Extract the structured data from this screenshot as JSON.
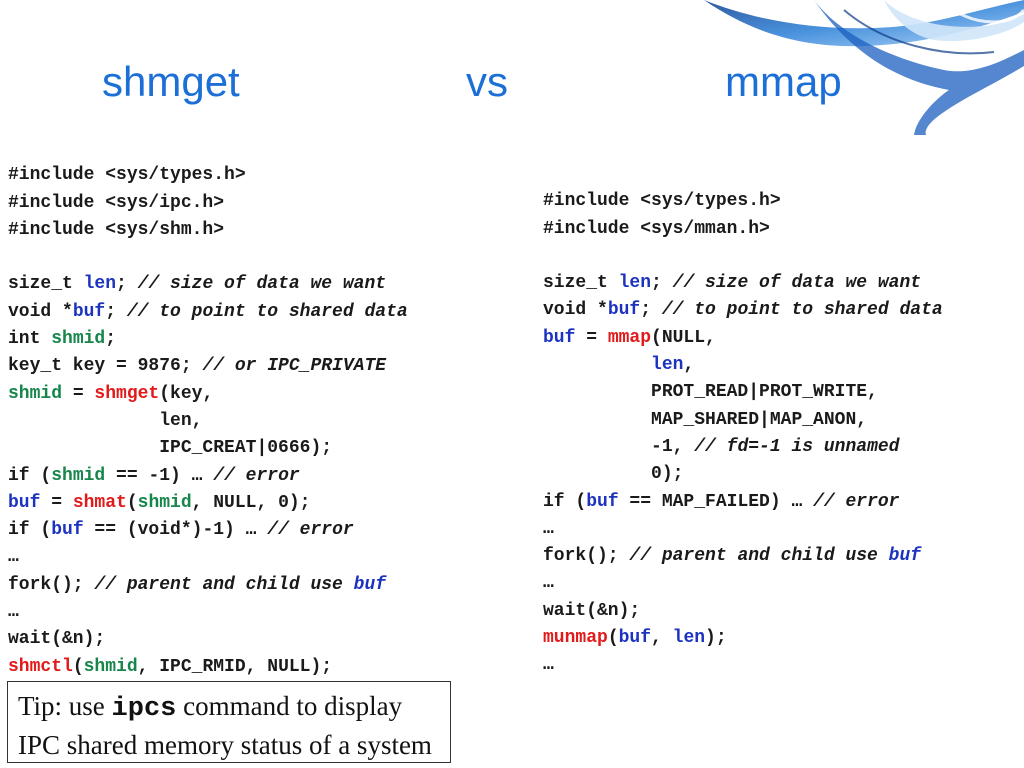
{
  "titles": {
    "left": "shmget",
    "middle": "vs",
    "right": "mmap"
  },
  "colors": {
    "title": "#1c6fd6",
    "variable": "#1c33c0",
    "shm_id": "#17864b",
    "function": "#e21a1a"
  },
  "left_code": {
    "l1": "#include <sys/types.h>",
    "l2": "#include <sys/ipc.h>",
    "l3": "#include <sys/shm.h>",
    "l4": {
      "a": "size_t ",
      "b": "len",
      "c": "; ",
      "d": "// size of data we want"
    },
    "l5": {
      "a": "void *",
      "b": "buf",
      "c": "; ",
      "d": "// to point to shared data"
    },
    "l6": {
      "a": "int ",
      "b": "shmid",
      "c": ";"
    },
    "l7": {
      "a": "key_t key = 9876; ",
      "b": "// or IPC_PRIVATE"
    },
    "l8": {
      "a": "shmid",
      "b": " = ",
      "c": "shmget",
      "d": "(key,"
    },
    "l9": "              len,",
    "l10": "              IPC_CREAT|0666);",
    "l11": {
      "a": "if (",
      "b": "shmid",
      "c": " == -1) … ",
      "d": "// error"
    },
    "l12": {
      "a": "buf",
      "b": " = ",
      "c": "shmat",
      "d": "(",
      "e": "shmid",
      "f": ", NULL, 0);"
    },
    "l13": {
      "a": "if (",
      "b": "buf",
      "c": " == (void*)-1) … ",
      "d": "// error"
    },
    "l14": "…",
    "l15": {
      "a": "fork(); ",
      "b": "// parent and child use ",
      "c": "buf"
    },
    "l16": "…",
    "l17": "wait(&n);",
    "l18": {
      "a": "shmctl",
      "b": "(",
      "c": "shmid",
      "d": ", IPC_RMID, NULL);"
    }
  },
  "right_code": {
    "l1": "#include <sys/types.h>",
    "l2": "#include <sys/mman.h>",
    "l3": {
      "a": "size_t ",
      "b": "len",
      "c": "; ",
      "d": "// size of data we want"
    },
    "l4": {
      "a": "void *",
      "b": "buf",
      "c": "; ",
      "d": "// to point to shared data"
    },
    "l5": {
      "a": "buf",
      "b": " = ",
      "c": "mmap",
      "d": "(NULL,"
    },
    "l6": {
      "a": "          ",
      "b": "len",
      "c": ","
    },
    "l7": "          PROT_READ|PROT_WRITE,",
    "l8": "          MAP_SHARED|MAP_ANON,",
    "l9": {
      "a": "          -1, ",
      "b": "// fd=-1 is unnamed"
    },
    "l10": "          0);",
    "l11": {
      "a": "if (",
      "b": "buf",
      "c": " == MAP_FAILED) … ",
      "d": "// error"
    },
    "l12": "…",
    "l13": {
      "a": "fork(); ",
      "b": "// parent and child use ",
      "c": "buf"
    },
    "l14": "…",
    "l15": "wait(&n);",
    "l16": {
      "a": "munmap",
      "b": "(",
      "c": "buf",
      "d": ", ",
      "e": "len",
      "f": ");"
    },
    "l17": "…"
  },
  "tip": {
    "pre": "Tip: use ",
    "command": "ipcs",
    "post": " command to display",
    "line2": "IPC shared memory status of a system"
  }
}
